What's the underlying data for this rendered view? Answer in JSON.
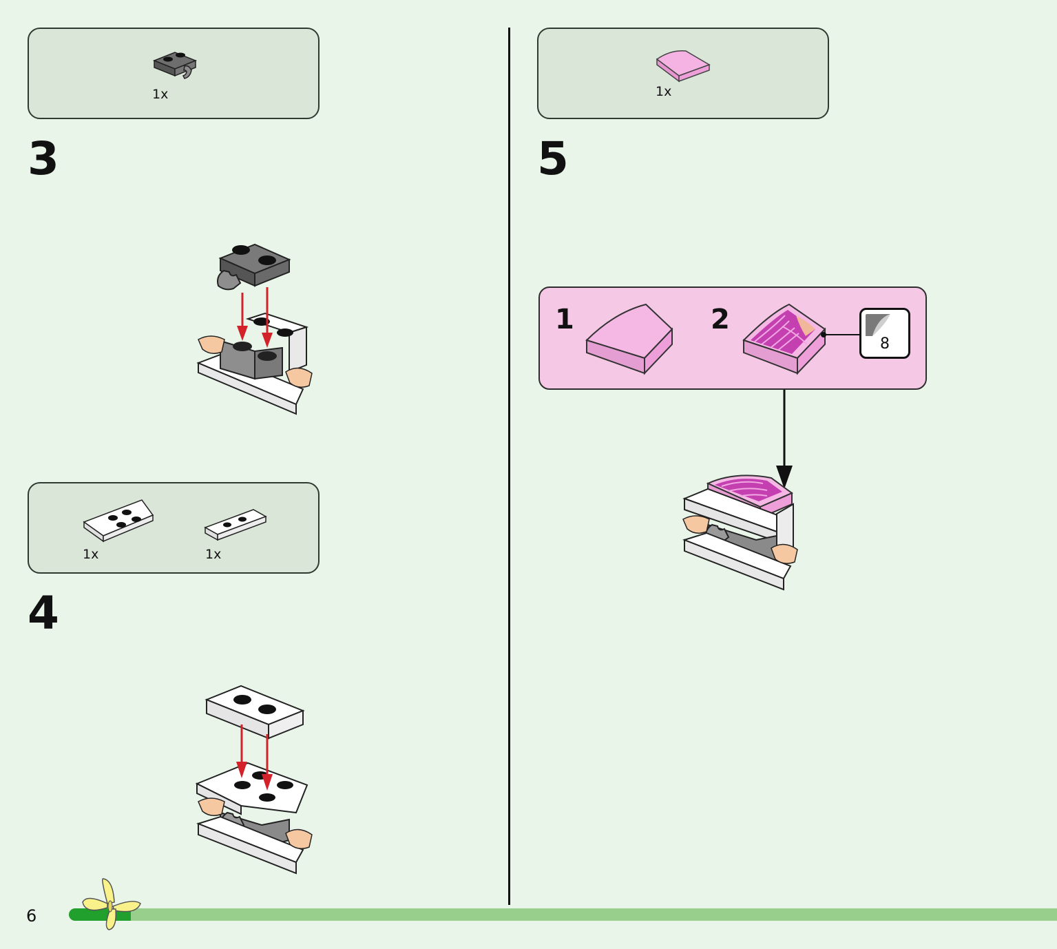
{
  "page": {
    "number": "6"
  },
  "steps": [
    {
      "number": "3",
      "parts": [
        {
          "qty": "1x",
          "color": "#8a8a8a",
          "part": "dark-grey-plate-with-clip"
        }
      ]
    },
    {
      "number": "4",
      "parts": [
        {
          "qty": "1x",
          "color": "#ffffff",
          "part": "white-wedge-plate"
        },
        {
          "qty": "1x",
          "color": "#ffffff",
          "part": "white-plate-1x4"
        }
      ]
    },
    {
      "number": "5",
      "parts": [
        {
          "qty": "1x",
          "color": "#f3a8de",
          "part": "pink-curved-slope"
        }
      ],
      "callout": {
        "substeps": [
          {
            "number": "1"
          },
          {
            "number": "2"
          }
        ],
        "sticker": {
          "number": "8"
        }
      }
    }
  ],
  "colors": {
    "background": "#eaf5ea",
    "parts_box": "#d9e6d8",
    "callout": "#f5c9e6",
    "arrow_red": "#d3222a",
    "progress_track": "#98cf8d",
    "progress_fill": "#22a02e",
    "butterfly": "#f9f28a"
  },
  "progress": {
    "fraction": 0.05
  }
}
